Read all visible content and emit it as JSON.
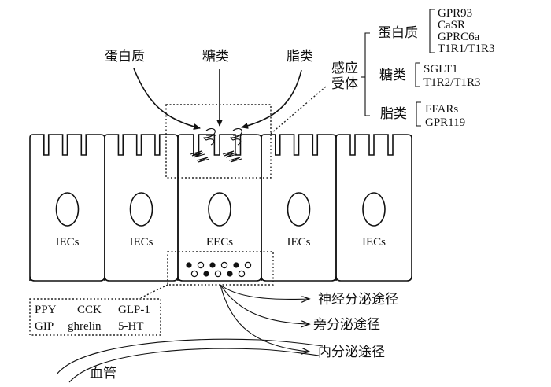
{
  "inputs": {
    "protein": "蛋白质",
    "sugar": "糖类",
    "lipid": "脂类"
  },
  "receptor_label_lines": [
    "感应",
    "受体"
  ],
  "receptor_groups": [
    {
      "name": "蛋白质",
      "items": [
        "GPR93",
        "CaSR",
        "GPRC6a",
        "T1R1/T1R3"
      ]
    },
    {
      "name": "糖类",
      "items": [
        "SGLT1",
        "T1R2/T1R3"
      ]
    },
    {
      "name": "脂类",
      "items": [
        "FFARs",
        "GPR119"
      ]
    }
  ],
  "cells": [
    "IECs",
    "IECs",
    "EECs",
    "IECs",
    "IECs"
  ],
  "hormones": {
    "row1": [
      "PPY",
      "CCK",
      "GLP-1"
    ],
    "row2": [
      "GIP",
      "ghrelin",
      "5-HT"
    ]
  },
  "pathways": [
    "神经分泌途径",
    "旁分泌途径",
    "内分泌途径"
  ],
  "vessel_label": "血管",
  "colors": {
    "line": "#111111",
    "background": "#ffffff"
  }
}
